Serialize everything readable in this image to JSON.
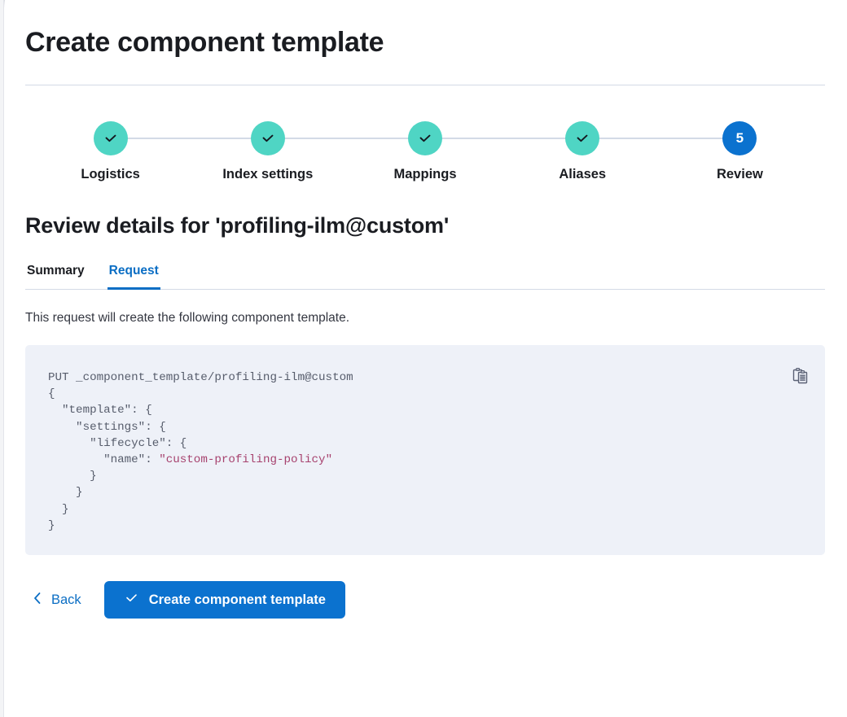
{
  "window": {
    "title": "Create component template"
  },
  "stepper": {
    "steps": [
      {
        "label": "Logistics",
        "state": "complete",
        "marker": "check-icon"
      },
      {
        "label": "Index settings",
        "state": "complete",
        "marker": "check-icon"
      },
      {
        "label": "Mappings",
        "state": "complete",
        "marker": "check-icon"
      },
      {
        "label": "Aliases",
        "state": "complete",
        "marker": "check-icon"
      },
      {
        "label": "Review",
        "state": "current",
        "marker": "5"
      }
    ],
    "current_step_number": "5"
  },
  "review": {
    "heading": "Review details for 'profiling-ilm@custom'",
    "tabs": [
      {
        "label": "Summary",
        "active": false
      },
      {
        "label": "Request",
        "active": true
      }
    ],
    "description": "This request will create the following component template.",
    "request": {
      "method_line": "PUT _component_template/profiling-ilm@custom",
      "lines": [
        "{",
        "  \"template\": {",
        "    \"settings\": {",
        "      \"lifecycle\": {",
        "        \"name\": \"custom-profiling-policy\"",
        "      }",
        "    }",
        "  }",
        "}"
      ],
      "string_value": "\"custom-profiling-policy\"",
      "copy_tooltip": "Copy"
    }
  },
  "footer": {
    "back_label": "Back",
    "submit_label": "Create component template"
  },
  "colors": {
    "accent_blue": "#0b72cf",
    "link_blue": "#0b6ec4",
    "step_complete_teal": "#4fd5c4",
    "code_background": "#eef1f8",
    "code_text": "#5c6373",
    "code_string": "#a7436f",
    "rule": "#d3dae6",
    "text_primary": "#1a1c21",
    "text_body": "#343741"
  }
}
